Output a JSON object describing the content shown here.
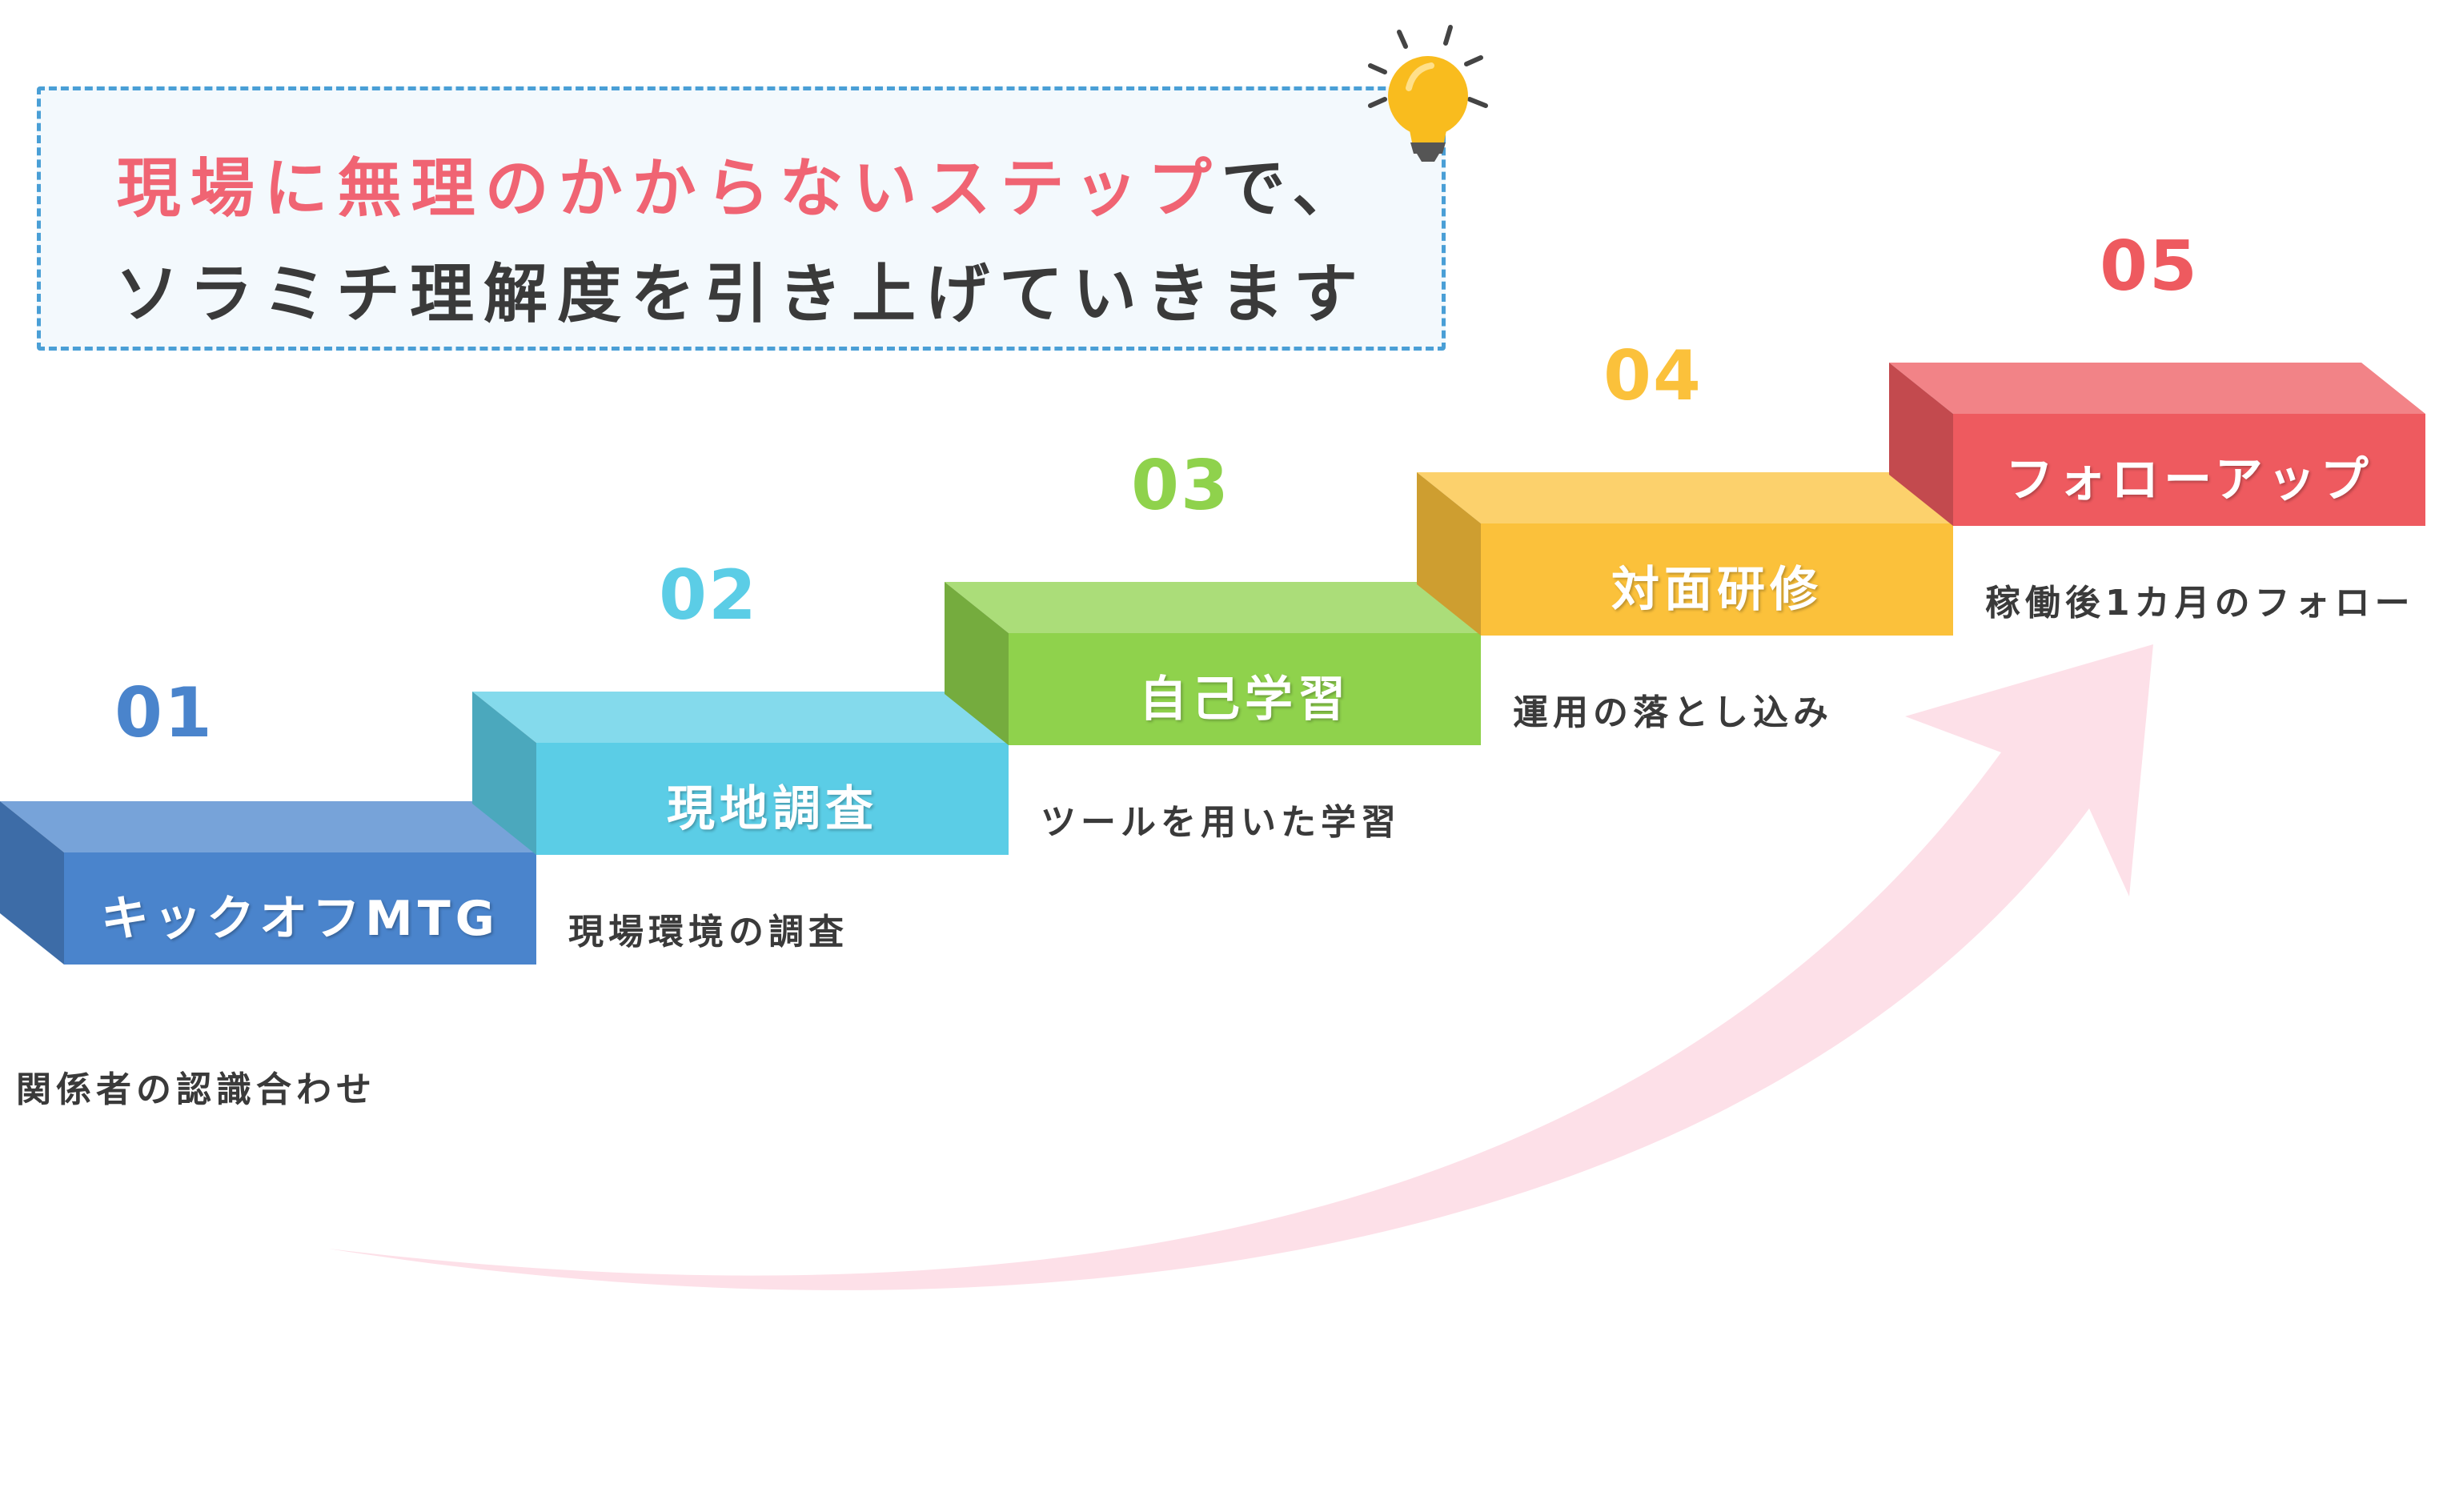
{
  "headline": {
    "line1_highlight": "現場に無理のかからないステップ",
    "line1_rest": "で、",
    "line2": "ソラミチ理解度を引き上げていきます"
  },
  "colors": {
    "highlight": "#f06473",
    "text": "#3a3a3a",
    "arrow": "#fde0e8",
    "callout_border": "#4a9fd6",
    "bulb": "#f9bc1e"
  },
  "icons": [
    "lightbulb-icon",
    "growth-arrow-icon"
  ],
  "steps": [
    {
      "number": "01",
      "label": "キックオフMTG",
      "desc": "関係者の認識合わせ",
      "color": "#4a84cc"
    },
    {
      "number": "02",
      "label": "現地調査",
      "desc": "現場環境の調査",
      "color": "#5bcde6"
    },
    {
      "number": "03",
      "label": "自己学習",
      "desc": "ツールを用いた学習",
      "color": "#8fd24c"
    },
    {
      "number": "04",
      "label": "対面研修",
      "desc": "運用の落とし込み",
      "color": "#fbc13b"
    },
    {
      "number": "05",
      "label": "フォローアップ",
      "desc": "稼働後1カ月のフォロー",
      "color": "#ee5a5f"
    }
  ]
}
